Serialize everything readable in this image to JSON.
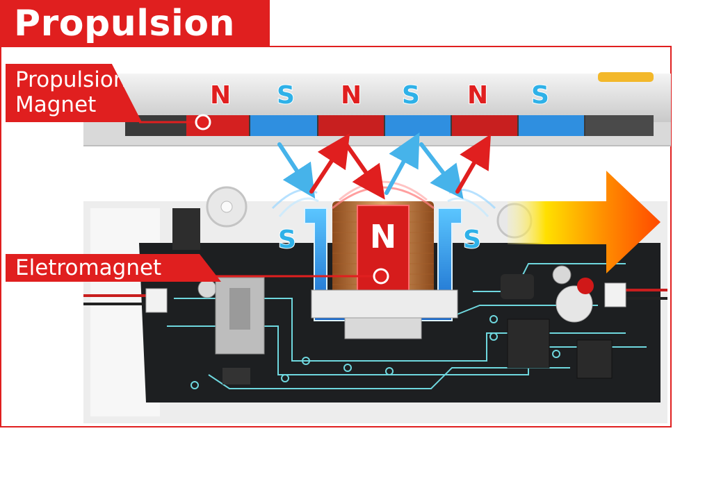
{
  "title": "Propulsion",
  "labels": {
    "propulsion_magnet": [
      "Propulsion",
      "Magnet"
    ],
    "electromagnet": "Eletromagnet"
  },
  "rail_poles": [
    "N",
    "S",
    "N",
    "S",
    "N",
    "S"
  ],
  "coil_poles": {
    "left": "S",
    "center": "N",
    "right": "S"
  },
  "colors": {
    "accent_red": "#e01f1f",
    "pole_blue": "#2fb1e8",
    "pcb": "#1d1f21",
    "trace": "#6fd8df",
    "copper": "#c87a3f"
  }
}
